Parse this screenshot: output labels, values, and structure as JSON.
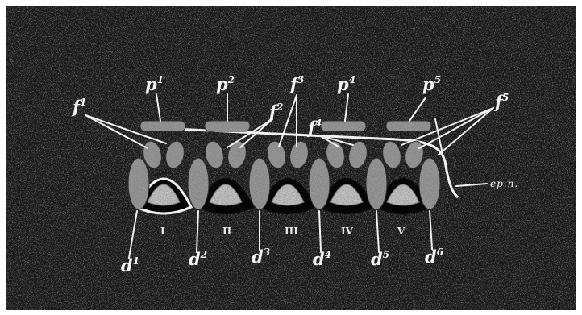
{
  "figure": {
    "segments": [
      "I",
      "II",
      "III",
      "IV",
      "V"
    ],
    "p_labels": [
      {
        "base": "p",
        "sup": "1"
      },
      {
        "base": "p",
        "sup": "2"
      },
      {
        "base": "p",
        "sup": "3"
      },
      {
        "base": "p",
        "sup": "4"
      },
      {
        "base": "p",
        "sup": "5"
      }
    ],
    "f_labels": [
      {
        "base": "f",
        "sup": "1"
      },
      {
        "base": "f",
        "sup": "2"
      },
      {
        "base": "f",
        "sup": "3"
      },
      {
        "base": "f",
        "sup": "4"
      },
      {
        "base": "f",
        "sup": "5"
      }
    ],
    "d_labels": [
      {
        "base": "d",
        "sup": "1"
      },
      {
        "base": "d",
        "sup": "2"
      },
      {
        "base": "d",
        "sup": "3"
      },
      {
        "base": "d",
        "sup": "4"
      },
      {
        "base": "d",
        "sup": "5"
      },
      {
        "base": "d",
        "sup": "6"
      }
    ],
    "epn_label": "ep.n.",
    "colors": {
      "background": "#161616",
      "speckle": "#3a3a3a",
      "tissue": "#9a9a9a",
      "tissue_light": "#c8c8c8",
      "line": "#f2f2f2"
    }
  }
}
